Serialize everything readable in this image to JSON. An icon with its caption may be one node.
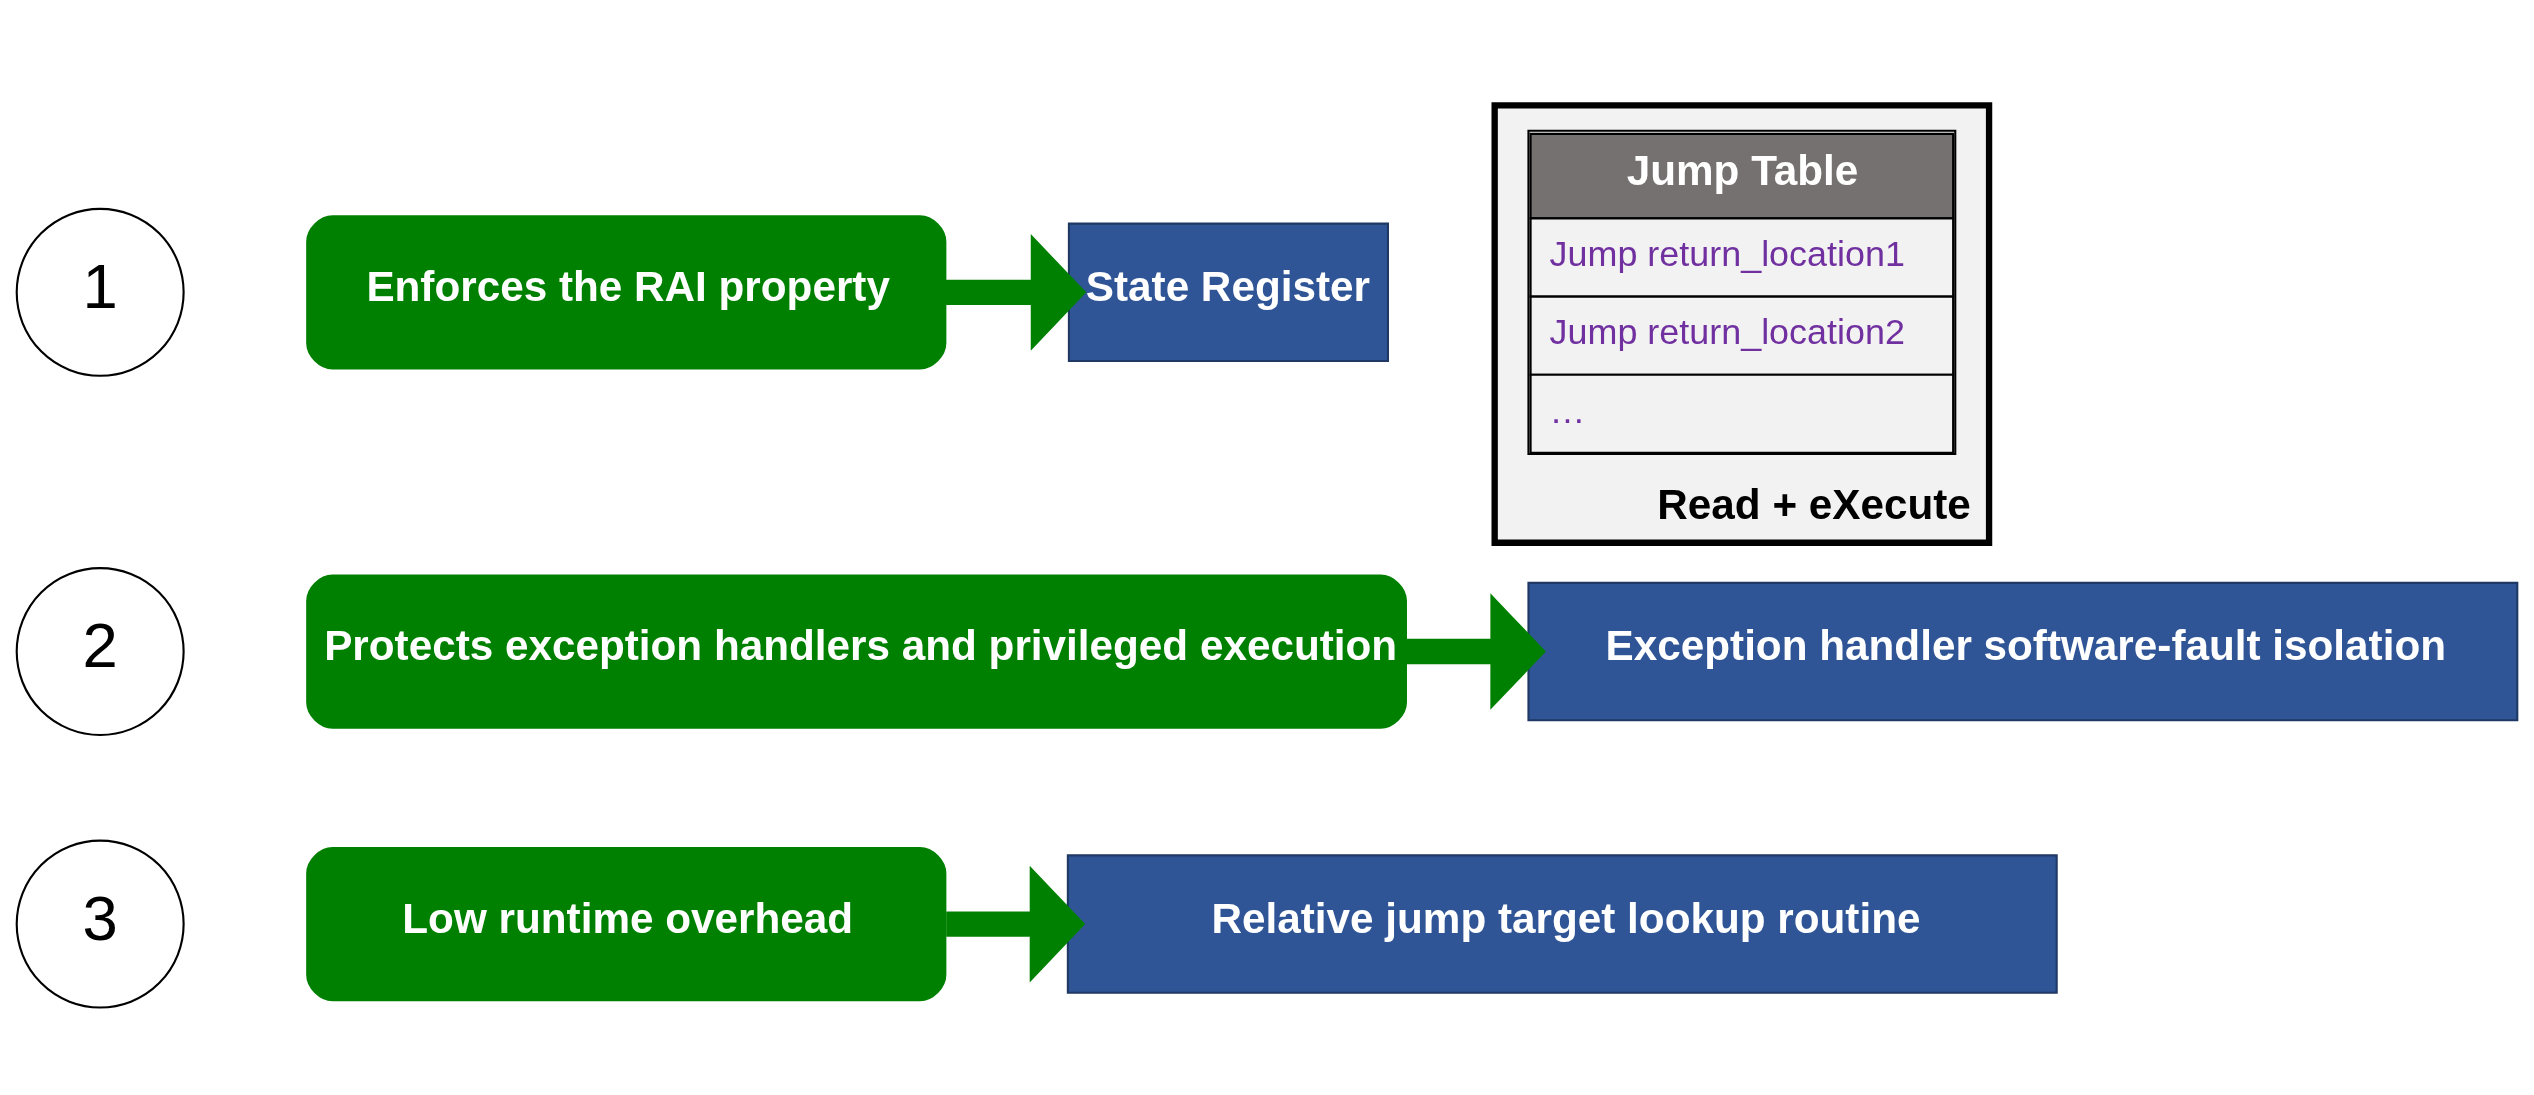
{
  "diagram": {
    "nodes": [
      {
        "text": [
          "1"
        ]
      },
      {
        "text": [
          "Enforces the RAI property"
        ]
      },
      {
        "text": [
          "State Register"
        ]
      },
      {
        "text": [],
        "shape": "box",
        "beside": [
          "Read + eXecute"
        ]
      },
      {
        "text": [
          "Jump Table",
          "Jump return_location1",
          "Jump return_location2",
          "…"
        ],
        "in": 3
      },
      {
        "text": [
          "2"
        ]
      },
      {
        "text": [
          "Protects exception handlers and privileged execution"
        ]
      },
      {
        "text": [
          "Exception handler software-fault isolation"
        ]
      },
      {
        "text": [
          "3"
        ]
      },
      {
        "text": [
          "Low runtime overhead"
        ]
      },
      {
        "text": [
          "Relative jump target lookup routine"
        ]
      }
    ],
    "edges": [
      {
        "from": 1,
        "to": 2,
        "arrow": "to"
      },
      {
        "from": 6,
        "to": 7,
        "arrow": "to"
      },
      {
        "from": 9,
        "to": 10,
        "arrow": "to"
      }
    ]
  }
}
